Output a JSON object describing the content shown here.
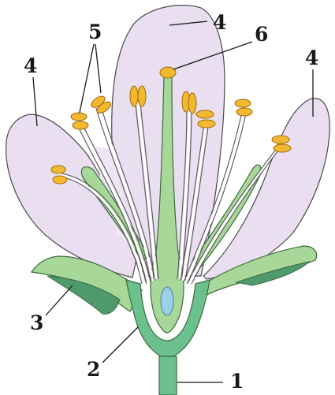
{
  "figure": {
    "labels": {
      "stalk": "1",
      "receptacle": "2",
      "sepal": "3",
      "petal": "4",
      "stamen": "5",
      "pistil": "6"
    },
    "colors": {
      "petal": "#eadff0",
      "sepal_light": "#a8d79a",
      "sepal_dark": "#4f9a6c",
      "receptacle": "#6cc08e",
      "anther": "#f2b830",
      "ovule": "#9cd0e8"
    }
  }
}
